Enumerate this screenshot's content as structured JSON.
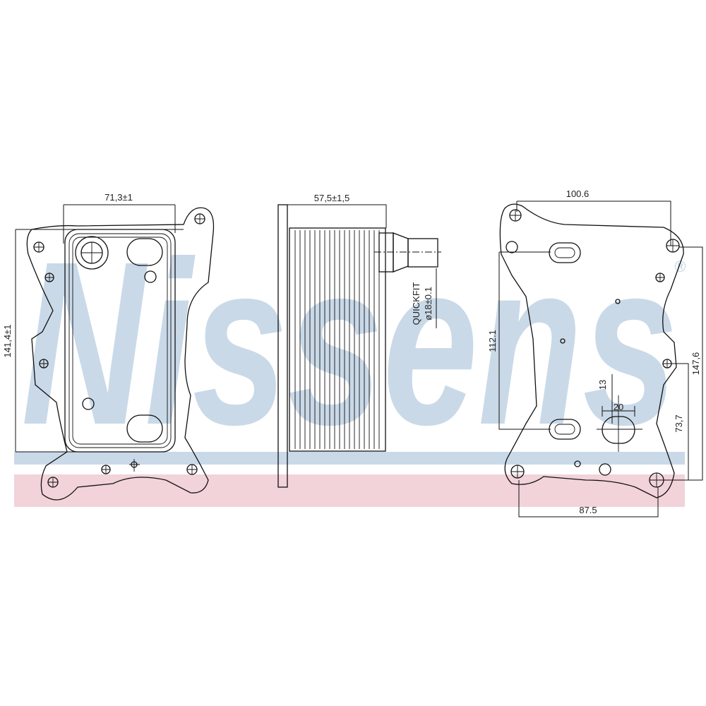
{
  "watermark": {
    "brand": "Nissens",
    "registered": "®",
    "blue": "#c9d9e8",
    "pink": "#f2d3da"
  },
  "front_view": {
    "width_label": "71,3±1",
    "height_label": "141,4±1"
  },
  "side_view": {
    "depth_label": "57,5±1,5",
    "connector_type": "QUICKFIT",
    "connector_diameter": "ø18±0.1"
  },
  "rear_view": {
    "top_width_label": "100.6",
    "port_distance_label": "112.1",
    "overall_height_label": "147,6",
    "lower_height_label": "73,7",
    "oval_height_label": "13",
    "oval_width_label": "20",
    "bottom_width_label": "87.5"
  }
}
